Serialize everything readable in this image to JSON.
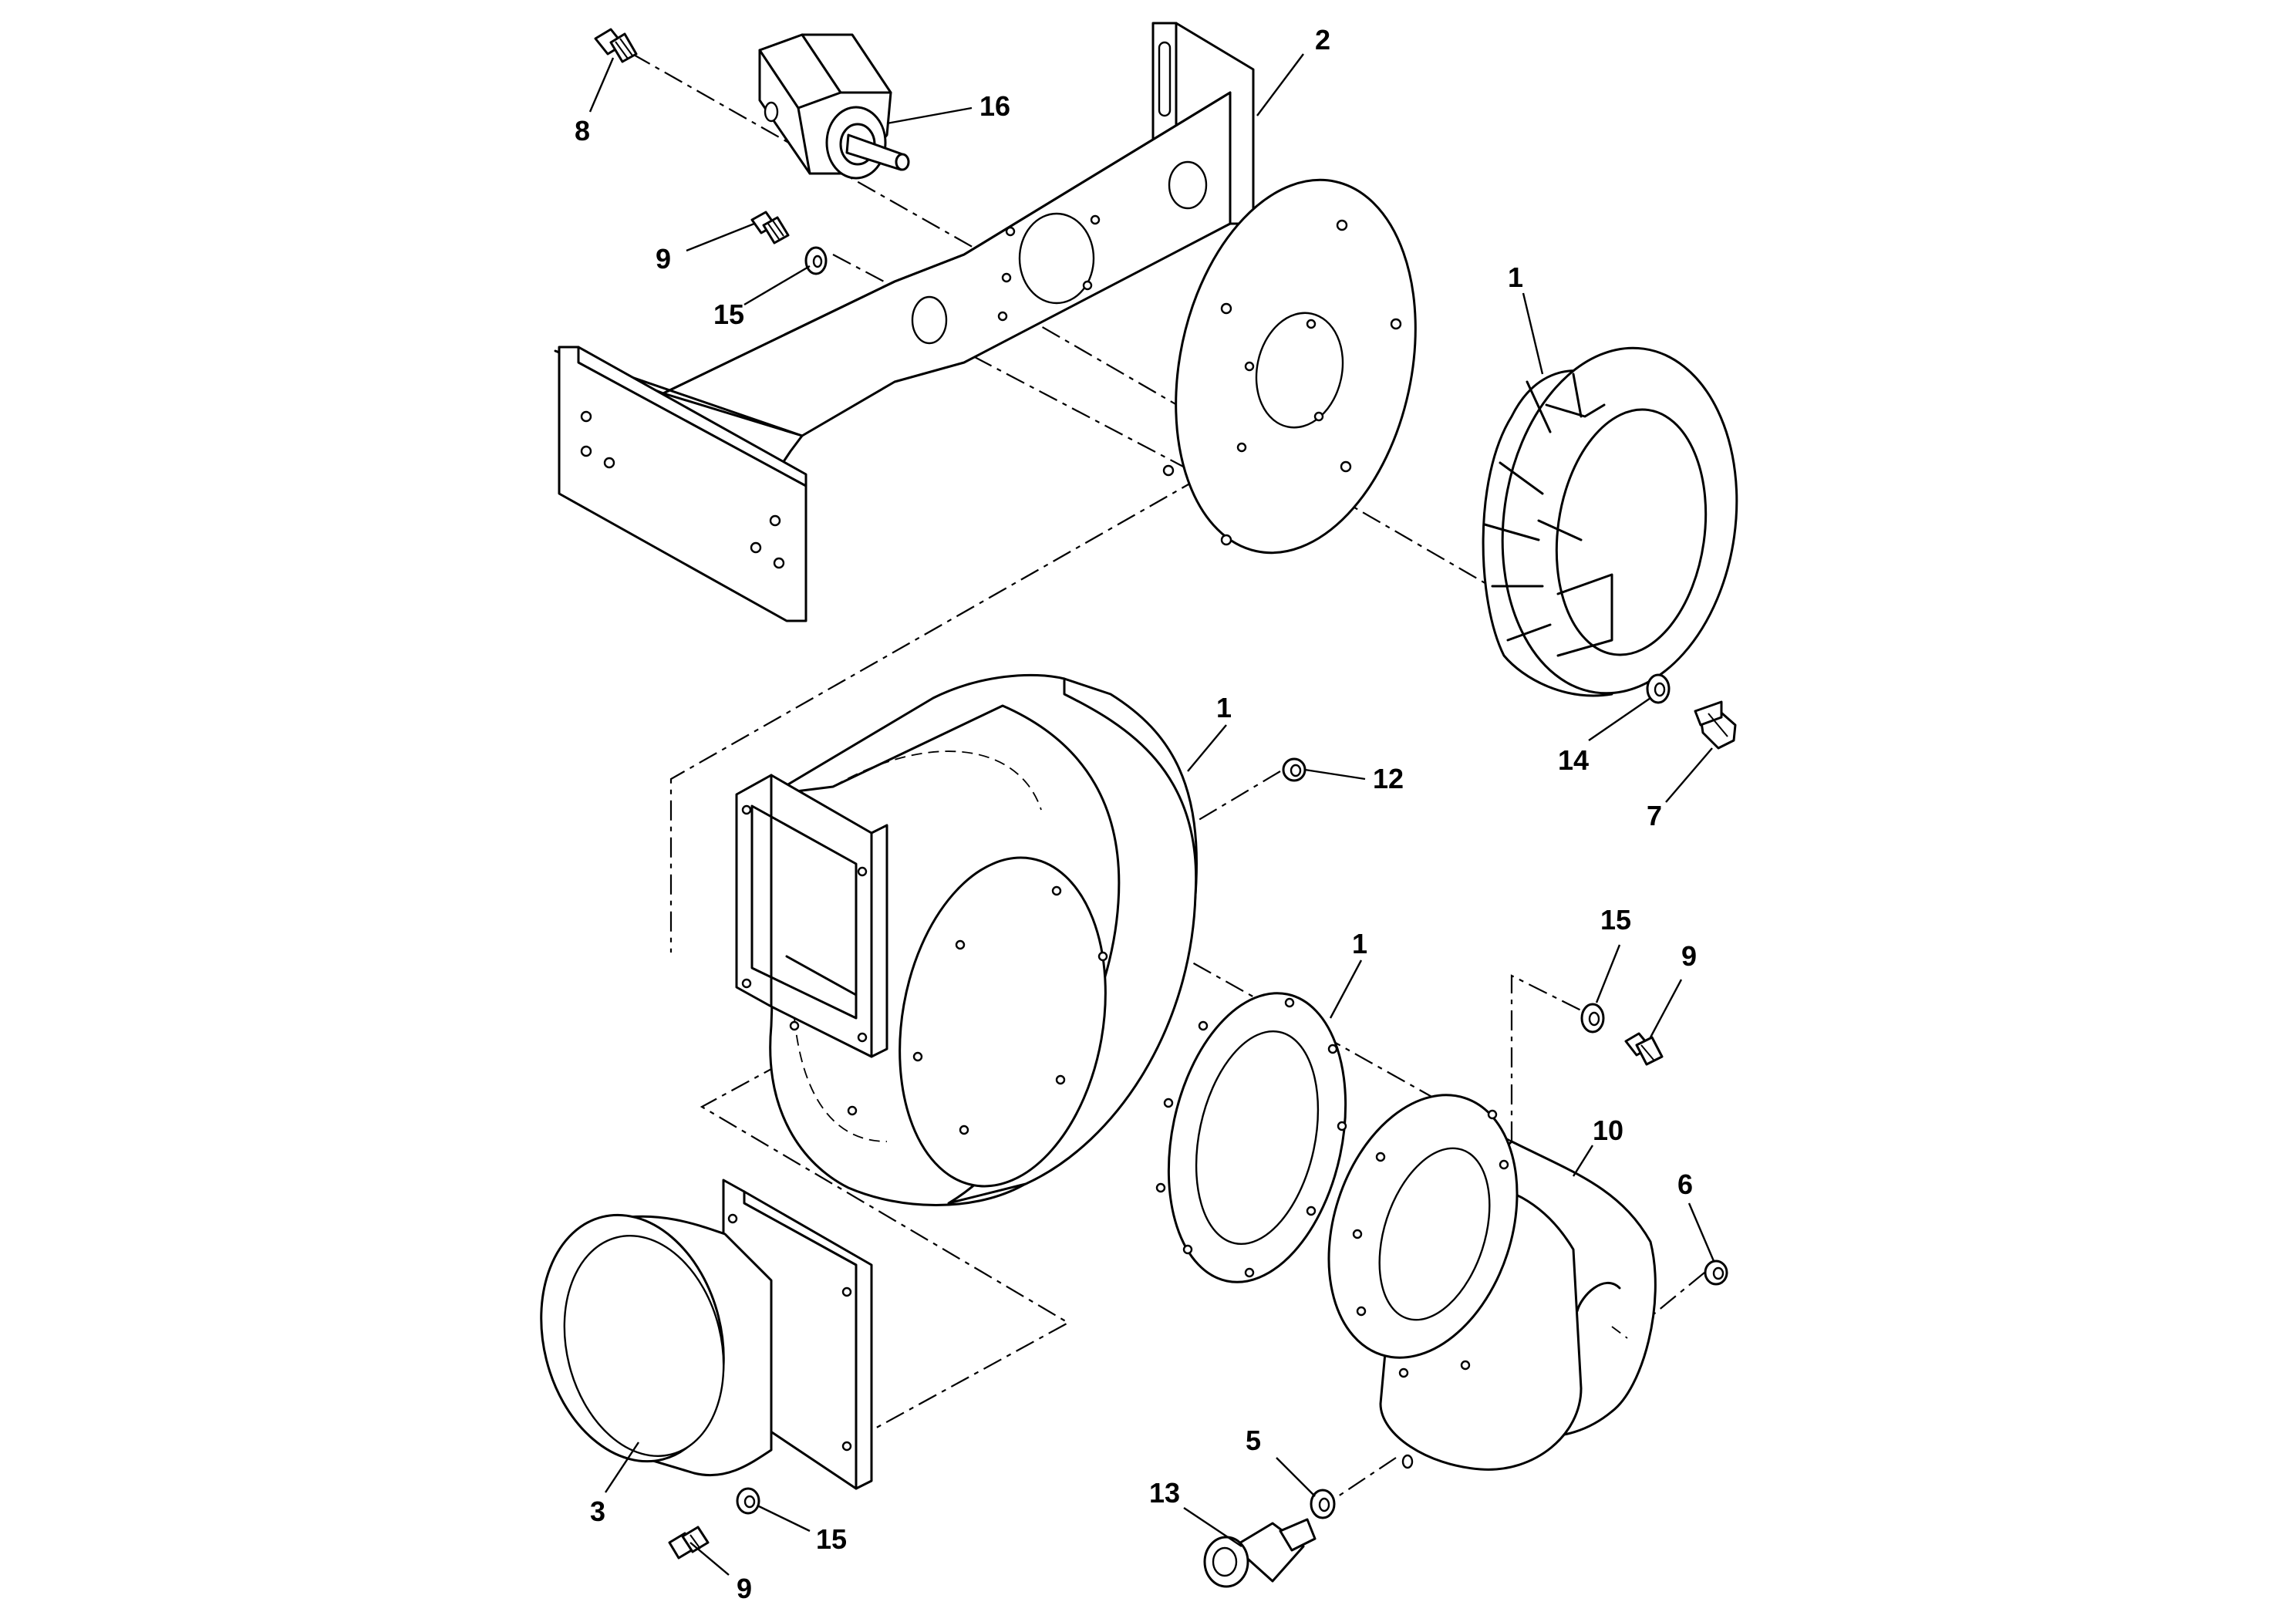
{
  "callouts": [
    {
      "id": "c2",
      "number": "2"
    },
    {
      "id": "c16",
      "number": "16"
    },
    {
      "id": "c8",
      "number": "8"
    },
    {
      "id": "c9a",
      "number": "9"
    },
    {
      "id": "c15a",
      "number": "15"
    },
    {
      "id": "c1a",
      "number": "1"
    },
    {
      "id": "c14",
      "number": "14"
    },
    {
      "id": "c7",
      "number": "7"
    },
    {
      "id": "c1b",
      "number": "1"
    },
    {
      "id": "c12",
      "number": "12"
    },
    {
      "id": "c1c",
      "number": "1"
    },
    {
      "id": "c15b",
      "number": "15"
    },
    {
      "id": "c9b",
      "number": "9"
    },
    {
      "id": "c10",
      "number": "10"
    },
    {
      "id": "c6",
      "number": "6"
    },
    {
      "id": "c3",
      "number": "3"
    },
    {
      "id": "c15c",
      "number": "15"
    },
    {
      "id": "c9c",
      "number": "9"
    },
    {
      "id": "c5",
      "number": "5"
    },
    {
      "id": "c13",
      "number": "13"
    }
  ]
}
